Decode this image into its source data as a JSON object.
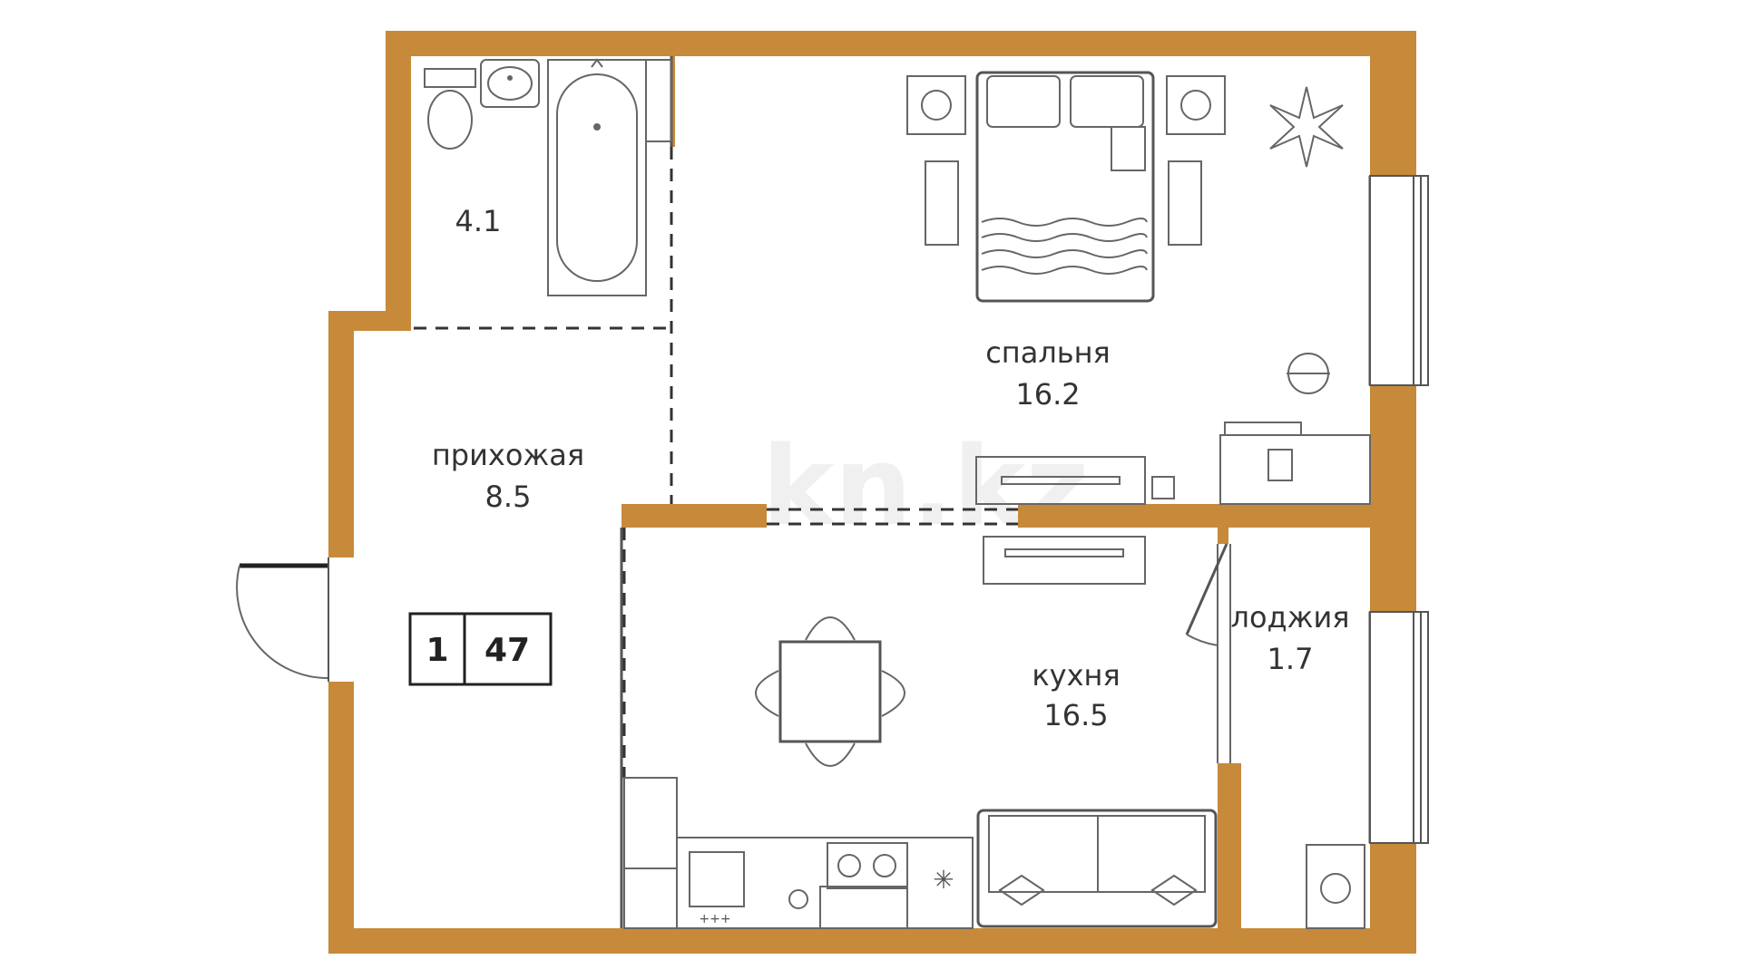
{
  "colors": {
    "wall": "#c68a3a",
    "background": "#ffffff",
    "furniture_stroke": "#555555",
    "text": "#333333"
  },
  "rooms": {
    "bathroom": {
      "area": "4.1"
    },
    "bedroom": {
      "name": "спальня",
      "area": "16.2"
    },
    "hallway": {
      "name": "прихожая",
      "area": "8.5"
    },
    "kitchen": {
      "name": "кухня",
      "area": "16.5"
    },
    "loggia": {
      "name": "лоджия",
      "area": "1.7"
    }
  },
  "badge": {
    "rooms_count": "1",
    "total_area": "47"
  },
  "watermark": "kn.kz",
  "icons": [
    "bathtub-icon",
    "toilet-icon",
    "sink-icon",
    "double-bed-icon",
    "nightstand-icon",
    "plant-icon",
    "chair-icon",
    "desk-icon",
    "wardrobe-icon",
    "dining-table-icon",
    "sofa-icon",
    "stove-icon",
    "kitchen-sink-icon",
    "boiler-icon",
    "entrance-door-icon",
    "balcony-door-icon",
    "window-icon"
  ]
}
